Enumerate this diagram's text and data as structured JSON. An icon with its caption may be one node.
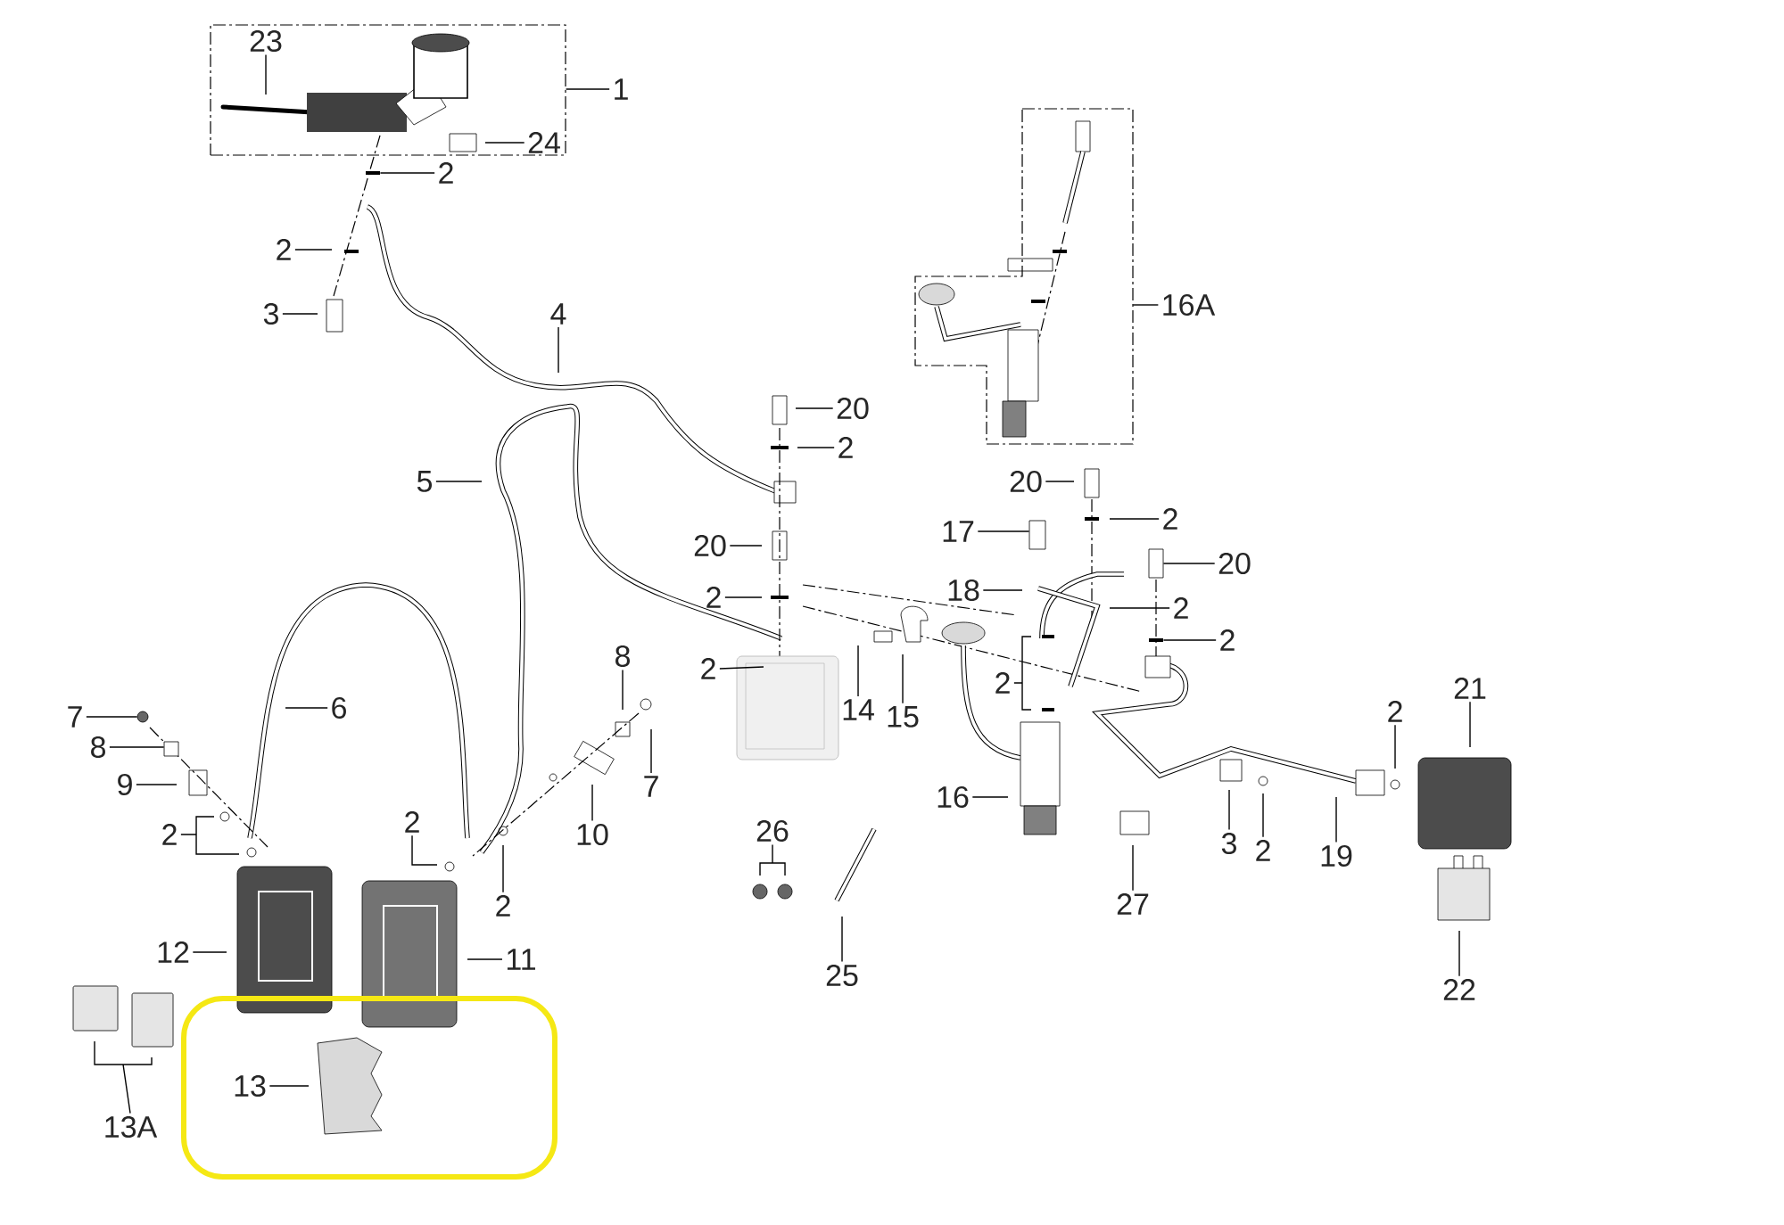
{
  "diagram": {
    "nodes": [
      {
        "text": [],
        "shape": "box"
      },
      {
        "text": [
          "23"
        ],
        "in": 0
      },
      {
        "text": [
          "1"
        ]
      },
      {
        "text": [
          "24"
        ],
        "in": 0
      },
      {
        "text": [
          "2"
        ]
      },
      {
        "text": [],
        "shape": "box"
      },
      {
        "text": [
          "16A"
        ]
      },
      {
        "text": [
          "2"
        ]
      },
      {
        "text": [
          "3"
        ]
      },
      {
        "text": [
          "4"
        ]
      },
      {
        "text": [
          "20"
        ]
      },
      {
        "text": [
          "2"
        ]
      },
      {
        "text": [
          "5"
        ]
      },
      {
        "text": [
          "20"
        ]
      },
      {
        "text": [
          "2"
        ]
      },
      {
        "text": [
          "17"
        ]
      },
      {
        "text": [
          "20"
        ]
      },
      {
        "text": [
          "20"
        ]
      },
      {
        "text": [
          "18"
        ]
      },
      {
        "text": [
          "2"
        ]
      },
      {
        "text": [
          "2"
        ]
      },
      {
        "text": [
          "2"
        ]
      },
      {
        "text": [
          "8"
        ]
      },
      {
        "text": [
          "2"
        ]
      },
      {
        "text": [
          "2"
        ]
      },
      {
        "text": [
          "6"
        ]
      },
      {
        "text": [
          "14"
        ]
      },
      {
        "text": [
          "15"
        ]
      },
      {
        "text": [
          "7"
        ]
      },
      {
        "text": [
          "8"
        ]
      },
      {
        "text": [
          "7"
        ]
      },
      {
        "text": [
          "9"
        ]
      },
      {
        "text": [
          "16"
        ]
      },
      {
        "text": [
          "21"
        ]
      },
      {
        "text": [
          "2"
        ]
      },
      {
        "text": [
          "26"
        ]
      },
      {
        "text": [
          "2"
        ]
      },
      {
        "text": [
          "2"
        ]
      },
      {
        "text": [
          "10"
        ]
      },
      {
        "text": [
          "3"
        ]
      },
      {
        "text": [
          "2"
        ]
      },
      {
        "text": [
          "19"
        ]
      },
      {
        "text": [
          "27"
        ]
      },
      {
        "text": [
          "2"
        ]
      },
      {
        "text": [
          "12"
        ]
      },
      {
        "text": [
          "11"
        ]
      },
      {
        "text": [
          "25"
        ]
      },
      {
        "text": [
          "22"
        ]
      },
      {
        "text": [],
        "shape": "box"
      },
      {
        "text": [
          "13"
        ],
        "in": 48
      },
      {
        "text": [
          "13A"
        ]
      },
      {
        "text": [],
        "shape": "bar"
      },
      {
        "text": [],
        "shape": "box"
      },
      {
        "text": [],
        "shape": "box"
      },
      {
        "text": [],
        "shape": "bar"
      },
      {
        "text": [],
        "shape": "circle"
      },
      {
        "text": [],
        "shape": "box"
      }
    ],
    "edges": [
      {
        "from": 1,
        "to": null,
        "arrow": "none"
      },
      {
        "from": 2,
        "to": 0,
        "arrow": "none"
      },
      {
        "from": 3,
        "to": null,
        "arrow": "none"
      },
      {
        "from": 4,
        "to": 51,
        "arrow": "none"
      },
      {
        "from": 6,
        "to": 5,
        "arrow": "none"
      },
      {
        "from": 7,
        "to": null,
        "arrow": "none"
      },
      {
        "from": 8,
        "to": null,
        "arrow": "none"
      },
      {
        "from": 9,
        "to": null,
        "arrow": "none"
      },
      {
        "from": 10,
        "to": null,
        "arrow": "none"
      },
      {
        "from": 11,
        "to": null,
        "arrow": "none"
      },
      {
        "from": 12,
        "to": null,
        "arrow": "none"
      },
      {
        "from": 13,
        "to": null,
        "arrow": "none"
      },
      {
        "from": 14,
        "to": null,
        "arrow": "none"
      },
      {
        "from": 15,
        "to": 52,
        "arrow": "none"
      },
      {
        "from": 16,
        "to": null,
        "arrow": "none"
      },
      {
        "from": 17,
        "to": 53,
        "arrow": "none"
      },
      {
        "from": 18,
        "to": null,
        "arrow": "none"
      },
      {
        "from": 19,
        "to": null,
        "arrow": "none"
      },
      {
        "from": 20,
        "to": null,
        "arrow": "none"
      },
      {
        "from": 21,
        "to": 54,
        "arrow": "none"
      },
      {
        "from": 22,
        "to": null,
        "arrow": "none"
      },
      {
        "from": 23,
        "to": null,
        "arrow": "none"
      },
      {
        "from": 24,
        "to": null,
        "arrow": "none"
      },
      {
        "from": 25,
        "to": null,
        "arrow": "none"
      },
      {
        "from": 26,
        "to": null,
        "arrow": "none"
      },
      {
        "from": 27,
        "to": null,
        "arrow": "none"
      },
      {
        "from": 28,
        "to": 55,
        "arrow": "none"
      },
      {
        "from": 29,
        "to": 56,
        "arrow": "none"
      },
      {
        "from": 30,
        "to": null,
        "arrow": "none"
      },
      {
        "from": 31,
        "to": null,
        "arrow": "none"
      },
      {
        "from": 32,
        "to": null,
        "arrow": "none"
      },
      {
        "from": 33,
        "to": null,
        "arrow": "none"
      },
      {
        "from": 34,
        "to": null,
        "arrow": "none"
      },
      {
        "from": 35,
        "to": null,
        "arrow": "none"
      },
      {
        "from": 36,
        "to": null,
        "arrow": "none"
      },
      {
        "from": 37,
        "to": null,
        "arrow": "none"
      },
      {
        "from": 38,
        "to": null,
        "arrow": "none"
      },
      {
        "from": 39,
        "to": null,
        "arrow": "none"
      },
      {
        "from": 40,
        "to": null,
        "arrow": "none"
      },
      {
        "from": 41,
        "to": null,
        "arrow": "none"
      },
      {
        "from": 42,
        "to": null,
        "arrow": "none"
      },
      {
        "from": 43,
        "to": null,
        "arrow": "none"
      },
      {
        "from": 44,
        "to": null,
        "arrow": "none"
      },
      {
        "from": 45,
        "to": null,
        "arrow": "none"
      },
      {
        "from": 46,
        "to": null,
        "arrow": "none"
      },
      {
        "from": 47,
        "to": null,
        "arrow": "none"
      },
      {
        "from": 49,
        "to": null,
        "arrow": "none"
      },
      {
        "from": 50,
        "to": null,
        "arrow": "none"
      }
    ]
  }
}
